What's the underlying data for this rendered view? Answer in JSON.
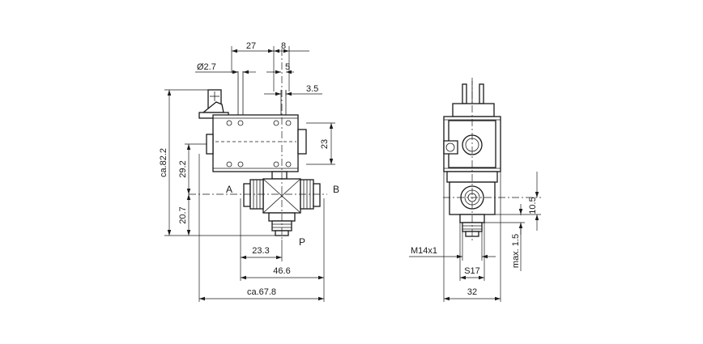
{
  "front_view": {
    "dims": {
      "d27": "27",
      "d8": "8",
      "d5": "5",
      "d2_7": "Ø2.7",
      "d3_5": "3.5",
      "d23": "23",
      "d82_2": "ca.82.2",
      "d29_2": "29.2",
      "d20_7": "20.7",
      "d23_3": "23.3",
      "d46_6": "46.6",
      "d67_8": "ca.67.8"
    },
    "ports": {
      "a": "A",
      "b": "B",
      "p": "P"
    }
  },
  "side_view": {
    "dims": {
      "m14": "M14x1",
      "s17": "S17",
      "d32": "32",
      "d10_5": "10.5",
      "max1_5": "max. 1.5"
    }
  }
}
